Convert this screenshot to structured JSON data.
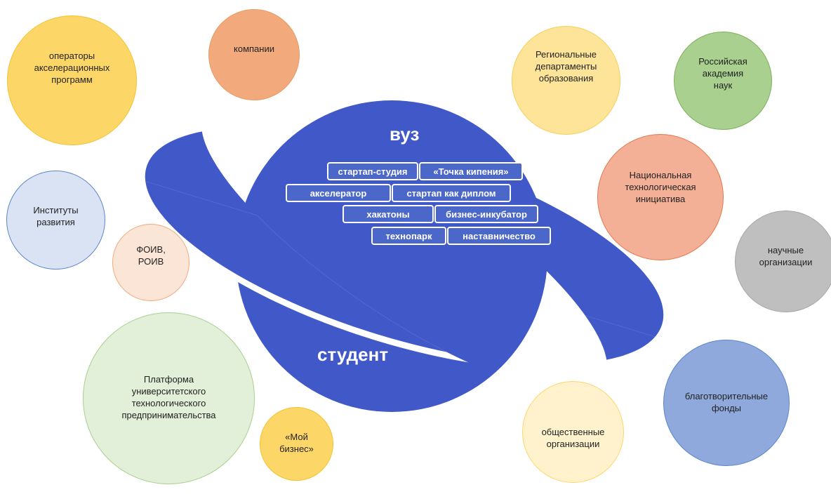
{
  "planet": {
    "top_label": "вуз",
    "bottom_label": "студент",
    "tags": [
      "стартап-студия",
      "«Точка кипения»",
      "акселератор",
      "стартап как диплом",
      "хакатоны",
      "бизнес-инкубатор",
      "технопарк",
      "наставничество"
    ]
  },
  "circles": {
    "accelerators": "операторы\nакселерационных\nпрограмм",
    "companies": "компании",
    "regional": "Региональные\nдепартаменты\nобразования",
    "ran": "Российская\nакадемия\nнаук",
    "institutes": "Институты\nразвития",
    "foiv": "ФОИВ,\nРОИВ",
    "nti": "Национальная\nтехнологическая\nинициатива",
    "science": "научные\nорганизации",
    "platform": "Платформа\nуниверситетского\nтехнологического\nпредпринимательства",
    "moy_biznes": "«Мой\nбизнес»",
    "public_orgs": "общественные\nорганизации",
    "charity": "благотворительные\nфонды"
  },
  "colors": {
    "planet": "#4159c8",
    "tag_fill": "#4b67c9",
    "yellow": "#fdd668",
    "orange": "#f2aa7c",
    "light_yellow": "#fde498",
    "green": "#a9d08e",
    "light_blue": "#dae3f3",
    "light_orange": "#fbe5d6",
    "salmon": "#f4b096",
    "gray": "#bfbfbf",
    "light_green": "#e2efd9",
    "cream": "#fff2cc",
    "blue": "#8fa9dc"
  }
}
